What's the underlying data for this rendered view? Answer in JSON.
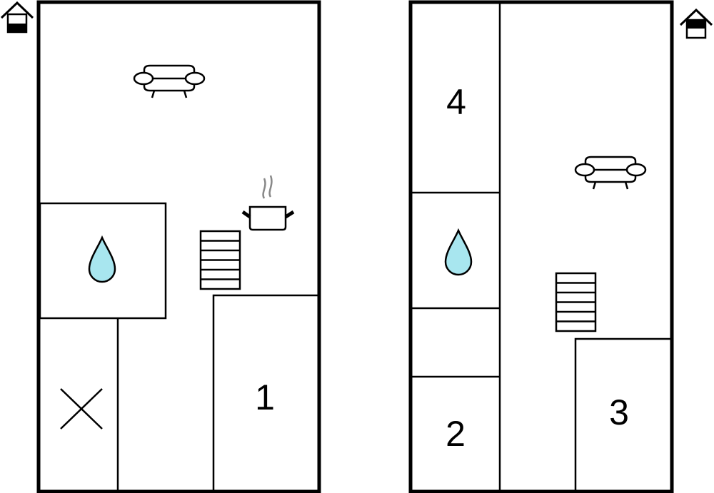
{
  "floors": [
    {
      "name": "ground-floor",
      "rooms": [
        {
          "label": "1"
        }
      ],
      "icons": [
        "house-lower-floor-icon",
        "sofa-icon",
        "cooking-pot-icon",
        "stairs-icon",
        "water-drop-icon",
        "cross-icon"
      ]
    },
    {
      "name": "upper-floor",
      "rooms": [
        {
          "label": "4"
        },
        {
          "label": "2"
        },
        {
          "label": "3"
        }
      ],
      "icons": [
        "house-upper-floor-icon",
        "sofa-icon",
        "stairs-icon",
        "water-drop-icon"
      ]
    }
  ],
  "colors": {
    "wall": "#000000",
    "water": "#a8e6ef",
    "steam": "#888888"
  }
}
